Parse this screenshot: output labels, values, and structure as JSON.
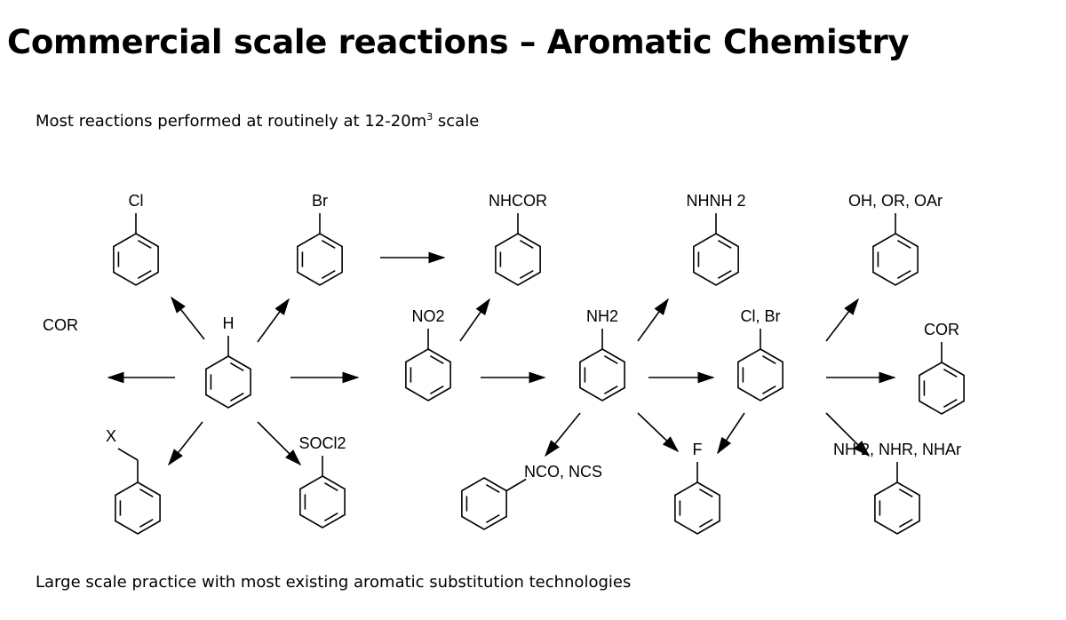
{
  "title": "Commercial scale reactions – Aromatic Chemistry",
  "subtitle": {
    "text": "Most reactions performed at routinely at 12-20m",
    "sup": "3",
    "tail": " scale"
  },
  "footer": "Large scale practice with most existing aromatic substitution technologies",
  "labels": {
    "cl": "Cl",
    "br": "Br",
    "nhcor": "NHCOR",
    "nhnh2": "NHNH 2",
    "oh": "OH, OR, OAr",
    "cor_left": "COR",
    "h": "H",
    "no2": "NO2",
    "nh2": "NH2",
    "clbr": "Cl, Br",
    "cor_right": "COR",
    "x": "X",
    "socl2": "SOCl2",
    "nco": "NCO, NCS",
    "f": "F",
    "amines": "NH 2, NHR, NHAr"
  }
}
